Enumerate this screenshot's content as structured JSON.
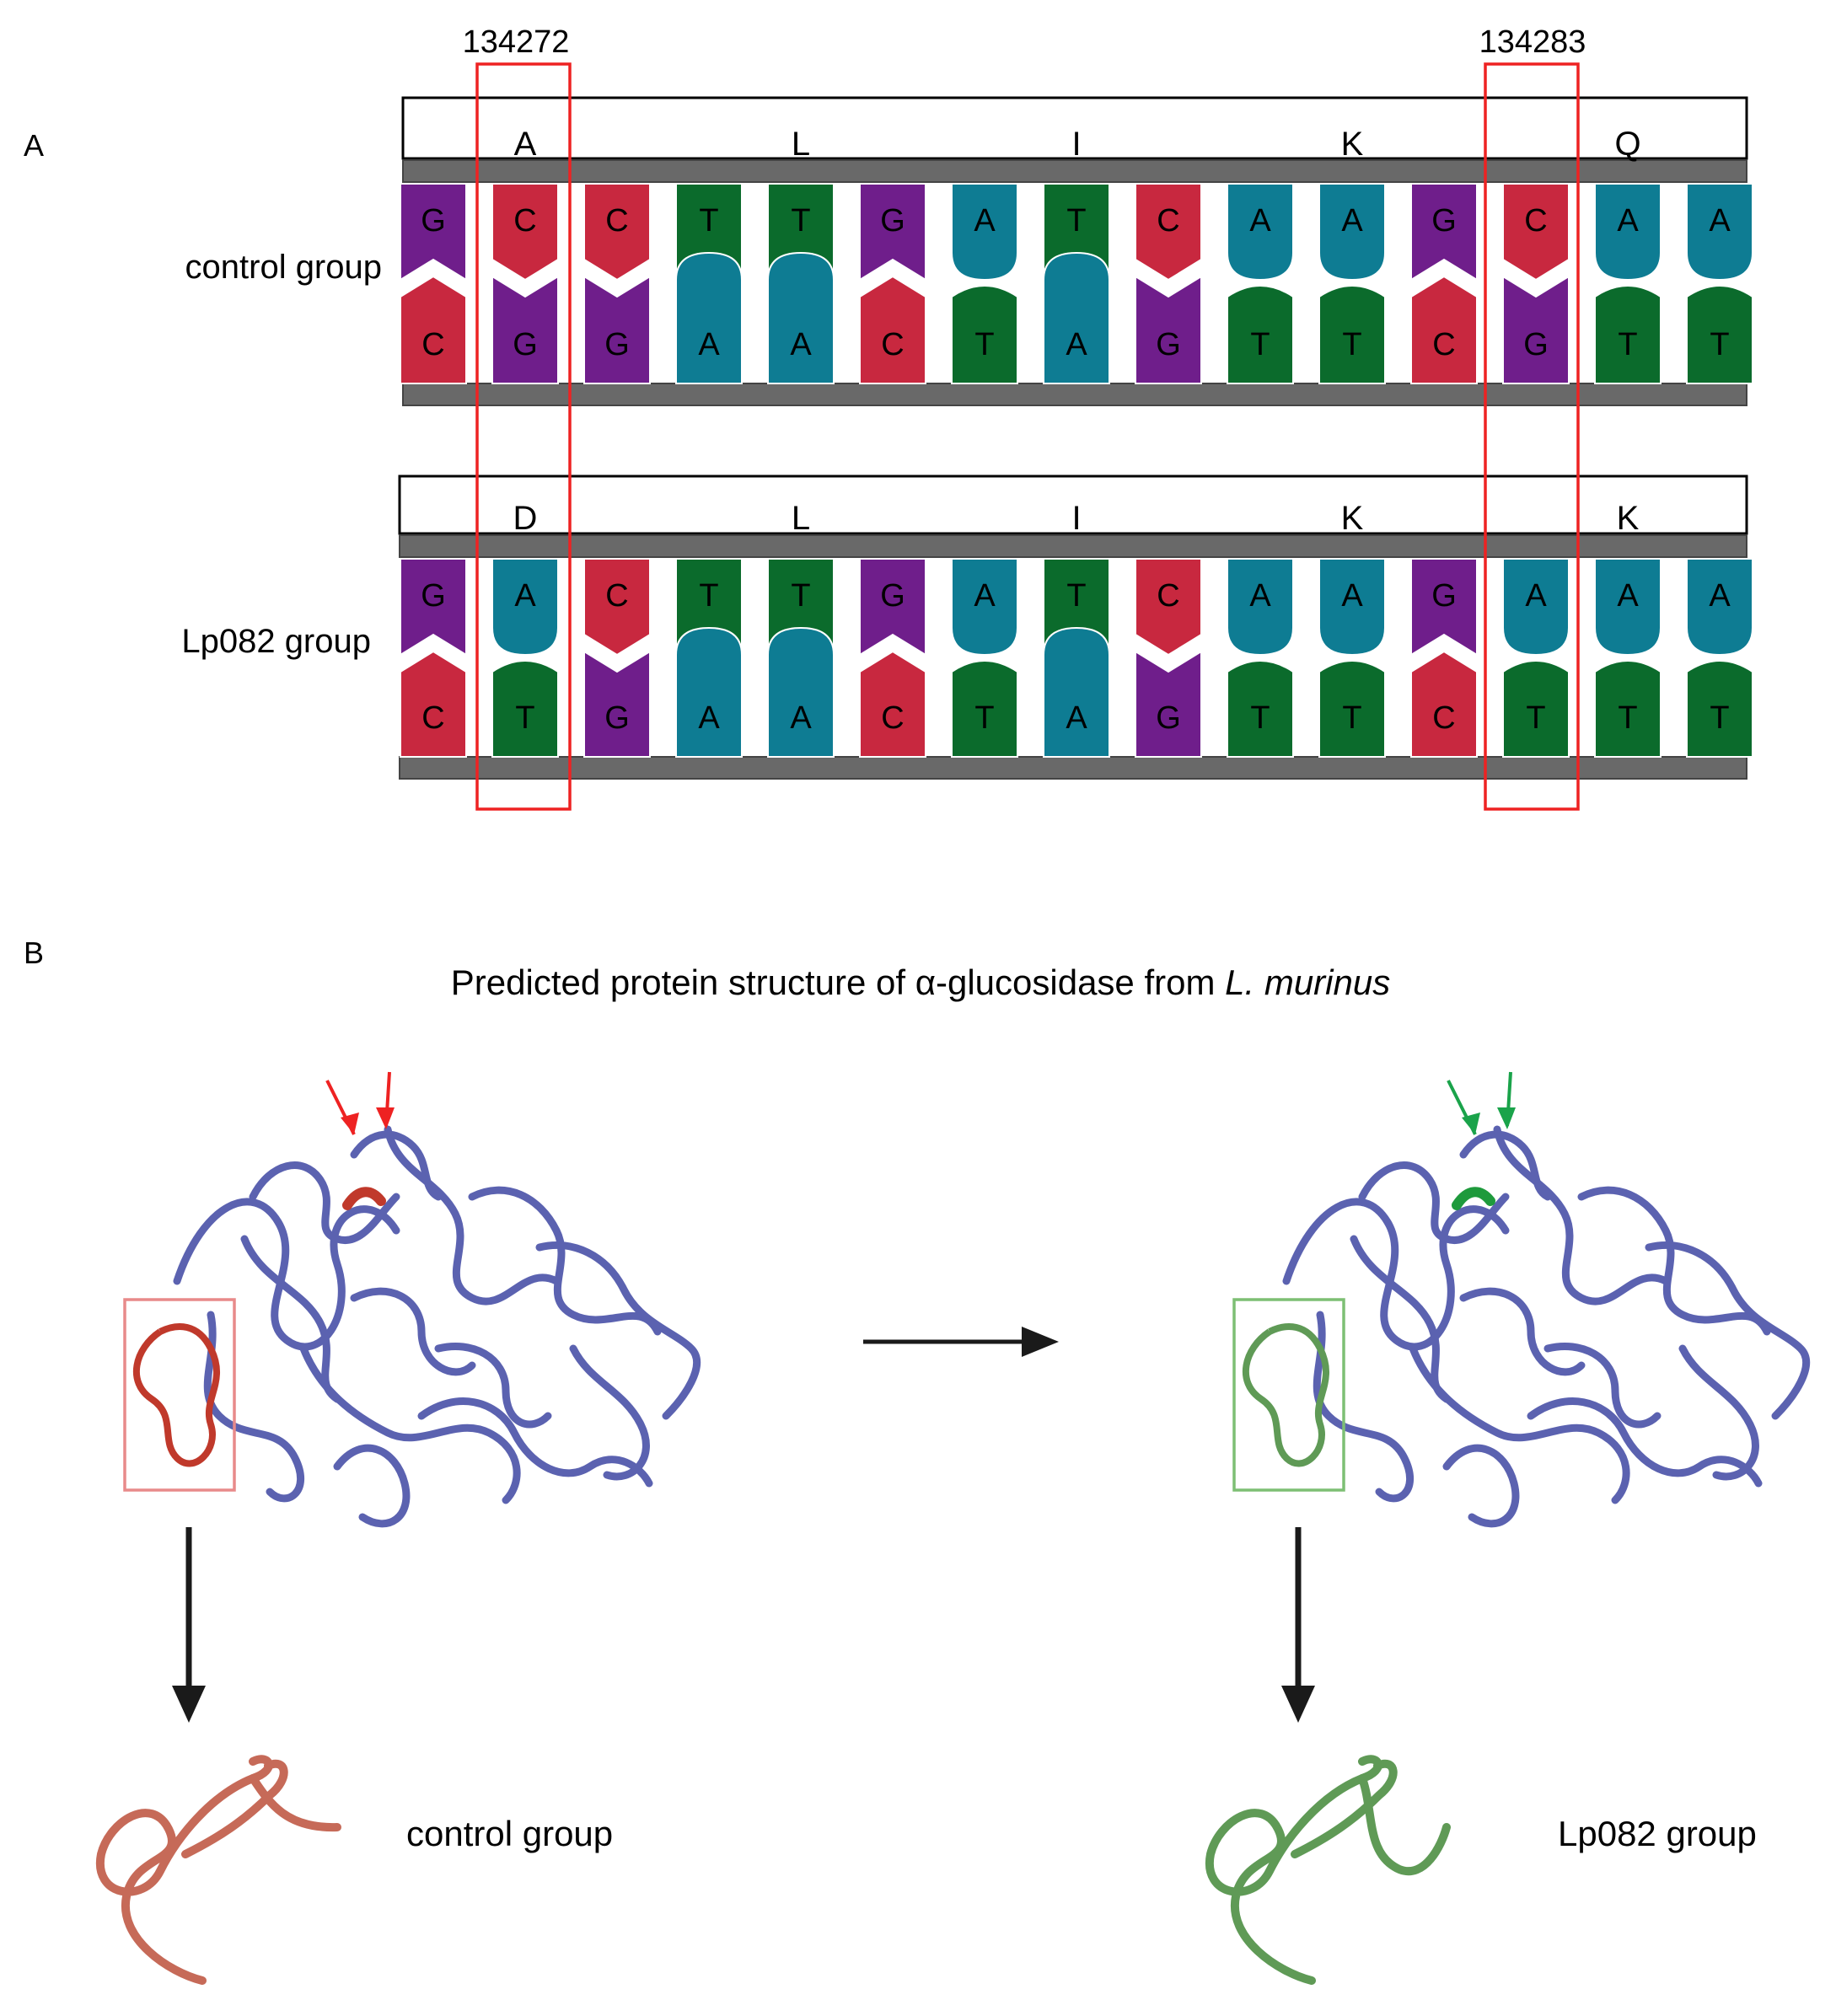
{
  "panel_a": {
    "label": "A",
    "positions": [
      "134272",
      "134283"
    ],
    "columns": 15,
    "highlight_columns": [
      1,
      12
    ],
    "base_colors": {
      "G": "#6f1e8b",
      "C": "#c8283f",
      "T": "#0b6b2c",
      "A": "#0e7c93"
    },
    "base_text_colors": {
      "normal": "#ffffff",
      "highlight": "#000000"
    },
    "strip_color": "#696969",
    "box_color": "#ee2222",
    "groups": [
      {
        "name": "control group",
        "amino_acids": [
          {
            "col": 1,
            "letter": "A",
            "color": "#ee2222"
          },
          {
            "col": 4,
            "letter": "L",
            "color": "#000000"
          },
          {
            "col": 7,
            "letter": "I",
            "color": "#000000"
          },
          {
            "col": 10,
            "letter": "K",
            "color": "#000000"
          },
          {
            "col": 13,
            "letter": "Q",
            "color": "#ee2222"
          }
        ],
        "top": [
          "G",
          "C",
          "C",
          "T",
          "T",
          "G",
          "A",
          "T",
          "C",
          "A",
          "A",
          "G",
          "C",
          "A",
          "A"
        ],
        "bottom": [
          "C",
          "G",
          "G",
          "A",
          "A",
          "C",
          "T",
          "A",
          "G",
          "T",
          "T",
          "C",
          "G",
          "T",
          "T"
        ]
      },
      {
        "name": "Lp082 group",
        "amino_acids": [
          {
            "col": 1,
            "letter": "D",
            "color": "#1aa34a"
          },
          {
            "col": 4,
            "letter": "L",
            "color": "#000000"
          },
          {
            "col": 7,
            "letter": "I",
            "color": "#000000"
          },
          {
            "col": 10,
            "letter": "K",
            "color": "#000000"
          },
          {
            "col": 13,
            "letter": "K",
            "color": "#1aa34a"
          }
        ],
        "top": [
          "G",
          "A",
          "C",
          "T",
          "T",
          "G",
          "A",
          "T",
          "C",
          "A",
          "A",
          "G",
          "A",
          "A",
          "A"
        ],
        "bottom": [
          "C",
          "T",
          "G",
          "A",
          "A",
          "C",
          "T",
          "A",
          "G",
          "T",
          "T",
          "C",
          "T",
          "T",
          "T"
        ]
      }
    ]
  },
  "panel_b": {
    "label": "B",
    "title_prefix": "Predicted protein structure of α-glucosidase from ",
    "title_italic": "L. murinus",
    "protein_color": "#5b62b0",
    "left": {
      "group_label": "control group",
      "accent": "#c0392b",
      "box": "#e88a8a",
      "loop": "#c66a58",
      "arrow": "#ee2222"
    },
    "right": {
      "group_label": "Lp082 group",
      "accent": "#1e9a3c",
      "box": "#7dbf74",
      "loop": "#5f9a56",
      "arrow": "#1aa34a"
    }
  }
}
